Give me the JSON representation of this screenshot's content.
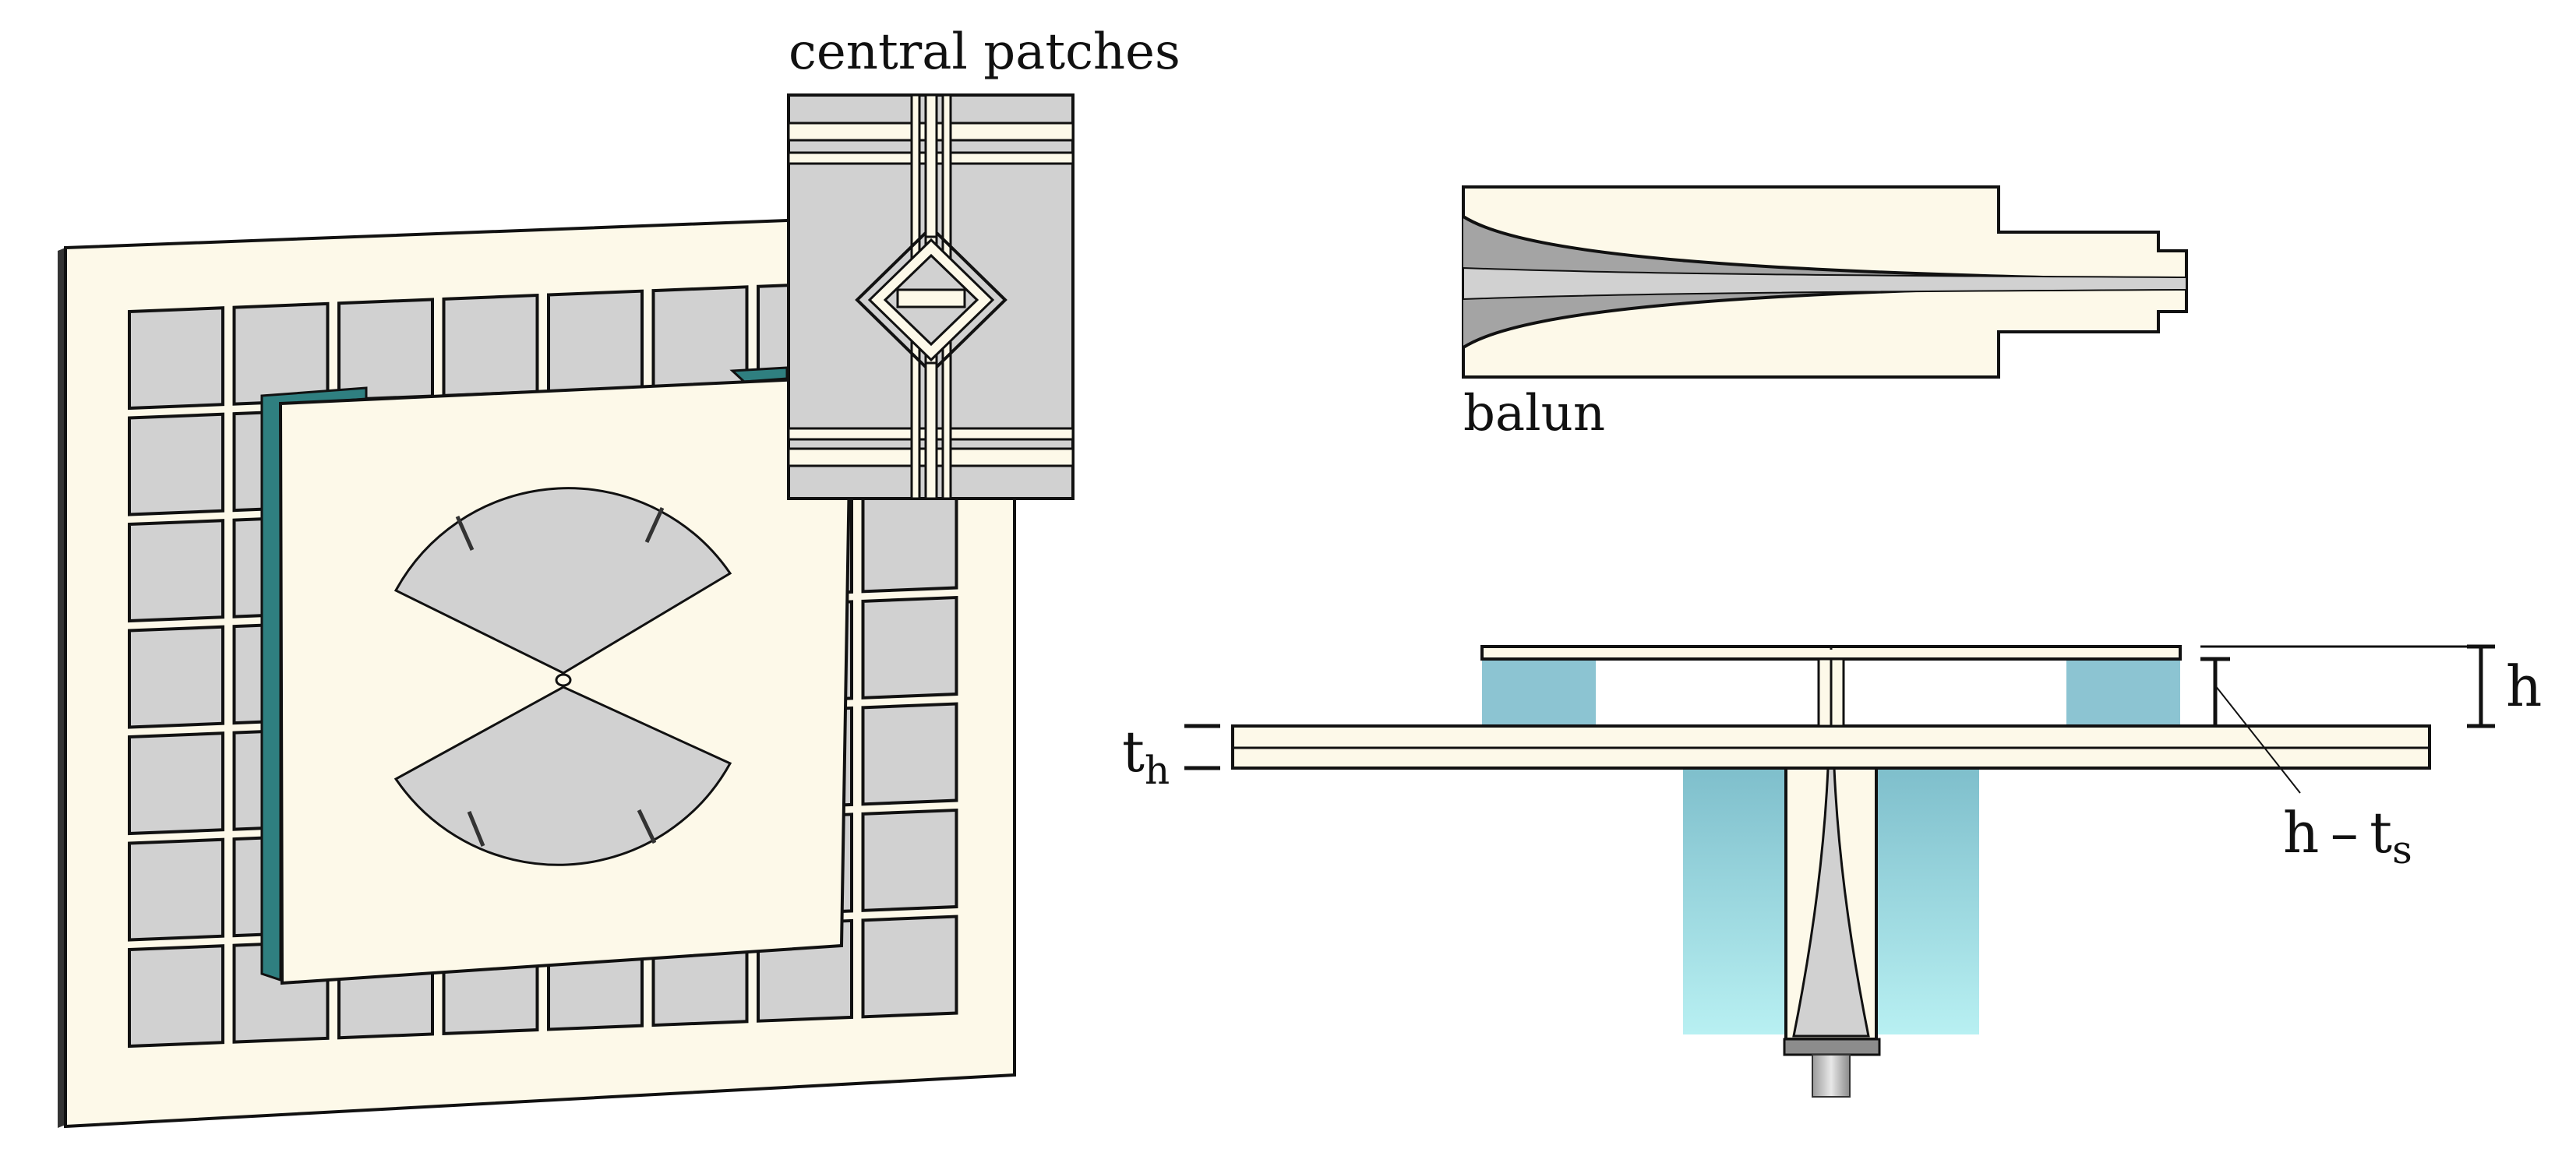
{
  "labels": {
    "central_patches": "central patches",
    "balun": "balun",
    "h": "h",
    "h_minus_ts": {
      "main": "h – t",
      "sub": "s"
    },
    "th": {
      "main": "t",
      "sub": "h"
    }
  },
  "colors": {
    "substrate": "#fdf9e9",
    "metal": "#d1d1d1",
    "metal_dark": "#a4a4a4",
    "support_teal": "#2f7f80",
    "spacer_blue": "#8cc4d2",
    "stroke": "#111111"
  }
}
